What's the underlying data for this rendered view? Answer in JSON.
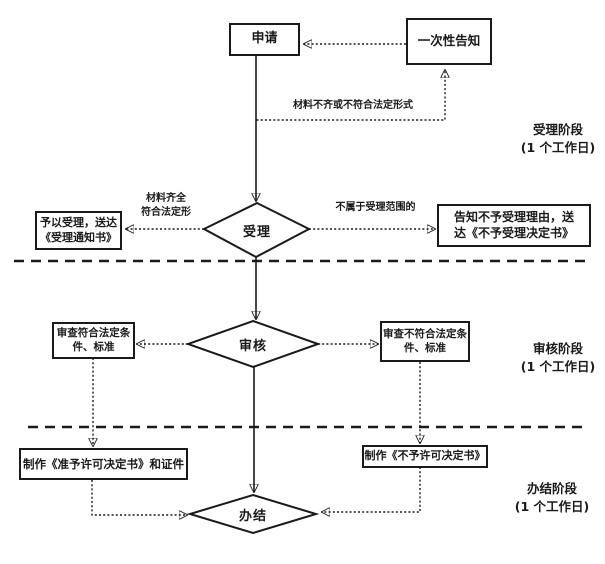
{
  "flowchart": {
    "nodes": {
      "apply": "申请",
      "notice": "一次性告知",
      "accept": "受理",
      "accept_yes": "予以受理，送达《受理通知书》",
      "accept_no": "告知不予受理理由，送达《不予受理决定书》",
      "review": "审核",
      "review_pass": "审查符合法定条件、标准",
      "review_fail": "审查不符合法定条件、标准",
      "make_permit": "制作《准予许可决定书》和证件",
      "make_denial": "制作《不予许可决定书》",
      "finish": "办结"
    },
    "edge_labels": {
      "materials_incomplete": "材料不齐或不符合法定形式",
      "materials_complete": "材料齐全\n符合法定形",
      "out_of_scope": "不属于受理范围的"
    },
    "stages": [
      {
        "name": "受理阶段",
        "duration": "(1 个工作日)"
      },
      {
        "name": "审核阶段",
        "duration": "(1 个工作日)"
      },
      {
        "name": "办结阶段",
        "duration": "(1 个工作日)"
      }
    ],
    "colors": {
      "line": "#1a1a1a",
      "background": "#ffffff"
    }
  }
}
